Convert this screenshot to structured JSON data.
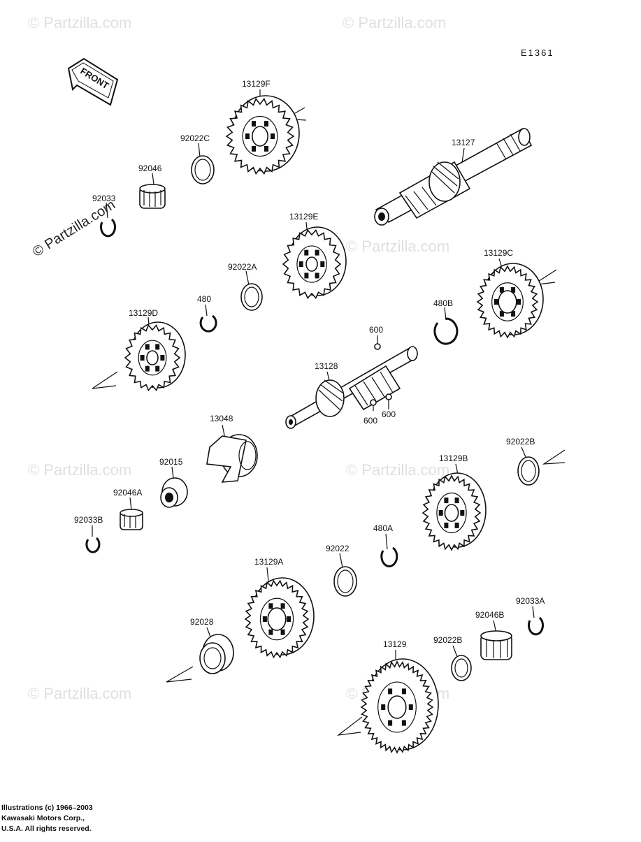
{
  "diagram_code": "E1361",
  "front_label": "FRONT",
  "watermark": "© Partzilla.com",
  "credit": [
    "Illustrations (c) 1966–2003",
    "Kawasaki Motors Corp.,",
    "U.S.A.  All rights reserved."
  ],
  "parts": [
    {
      "id": "13129F",
      "label": "13129F"
    },
    {
      "id": "92022C",
      "label": "92022C"
    },
    {
      "id": "92046",
      "label": "92046"
    },
    {
      "id": "92033",
      "label": "92033"
    },
    {
      "id": "13127",
      "label": "13127"
    },
    {
      "id": "13129E",
      "label": "13129E"
    },
    {
      "id": "92022A",
      "label": "92022A"
    },
    {
      "id": "480",
      "label": "480"
    },
    {
      "id": "13129D",
      "label": "13129D"
    },
    {
      "id": "13129C",
      "label": "13129C"
    },
    {
      "id": "480B",
      "label": "480B"
    },
    {
      "id": "600a",
      "label": "600"
    },
    {
      "id": "13128",
      "label": "13128"
    },
    {
      "id": "600b",
      "label": "600"
    },
    {
      "id": "600c",
      "label": "600"
    },
    {
      "id": "13048",
      "label": "13048"
    },
    {
      "id": "92015",
      "label": "92015"
    },
    {
      "id": "92046A",
      "label": "92046A"
    },
    {
      "id": "92033B",
      "label": "92033B"
    },
    {
      "id": "92022B_top",
      "label": "92022B"
    },
    {
      "id": "13129B",
      "label": "13129B"
    },
    {
      "id": "480A",
      "label": "480A"
    },
    {
      "id": "92022",
      "label": "92022"
    },
    {
      "id": "13129A",
      "label": "13129A"
    },
    {
      "id": "92028",
      "label": "92028"
    },
    {
      "id": "92033A",
      "label": "92033A"
    },
    {
      "id": "92046B",
      "label": "92046B"
    },
    {
      "id": "92022B_bottom",
      "label": "92022B"
    },
    {
      "id": "13129",
      "label": "13129"
    }
  ]
}
